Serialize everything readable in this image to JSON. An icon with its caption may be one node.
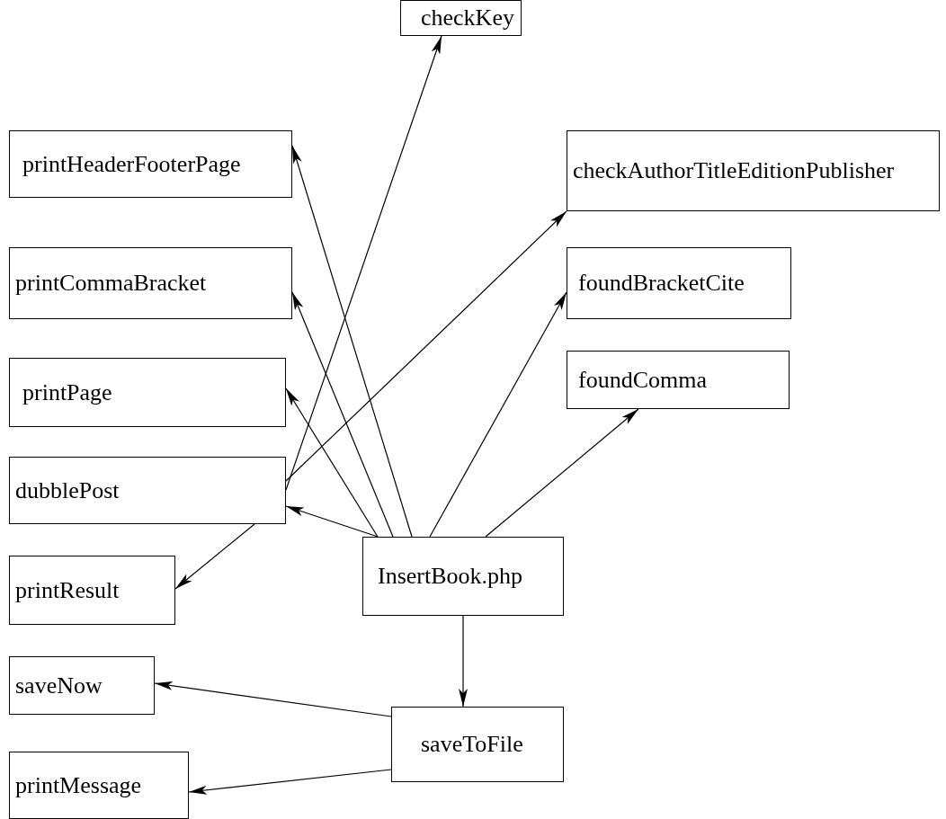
{
  "diagram": {
    "nodes": [
      {
        "text": [
          "checkKey"
        ]
      },
      {
        "text": [
          "printHeaderFooterPage"
        ]
      },
      {
        "text": [
          "checkAuthorTitleEditionPublisher"
        ]
      },
      {
        "text": [
          "printCommaBracket"
        ]
      },
      {
        "text": [
          "foundBracketCite"
        ]
      },
      {
        "text": [
          "printPage"
        ]
      },
      {
        "text": [
          "foundComma"
        ]
      },
      {
        "text": [
          "dubblePost"
        ]
      },
      {
        "text": [
          "printResult"
        ]
      },
      {
        "text": [
          "InsertBook.php"
        ]
      },
      {
        "text": [
          "saveNow"
        ]
      },
      {
        "text": [
          "saveToFile"
        ]
      },
      {
        "text": [
          "printMessage"
        ]
      }
    ],
    "edges": [
      {
        "from": 7,
        "to": 0,
        "arrow": "to"
      },
      {
        "from": 7,
        "to": 2,
        "arrow": "to"
      },
      {
        "from": 7,
        "to": 8,
        "arrow": "to"
      },
      {
        "from": 9,
        "to": 7,
        "arrow": "to"
      },
      {
        "from": 9,
        "to": 1,
        "arrow": "to"
      },
      {
        "from": 9,
        "to": 3,
        "arrow": "to"
      },
      {
        "from": 9,
        "to": 5,
        "arrow": "to"
      },
      {
        "from": 9,
        "to": 4,
        "arrow": "to"
      },
      {
        "from": 9,
        "to": 6,
        "arrow": "to"
      },
      {
        "from": 9,
        "to": 11,
        "arrow": "to"
      },
      {
        "from": 11,
        "to": 10,
        "arrow": "to"
      },
      {
        "from": 11,
        "to": 12,
        "arrow": "to"
      }
    ]
  }
}
